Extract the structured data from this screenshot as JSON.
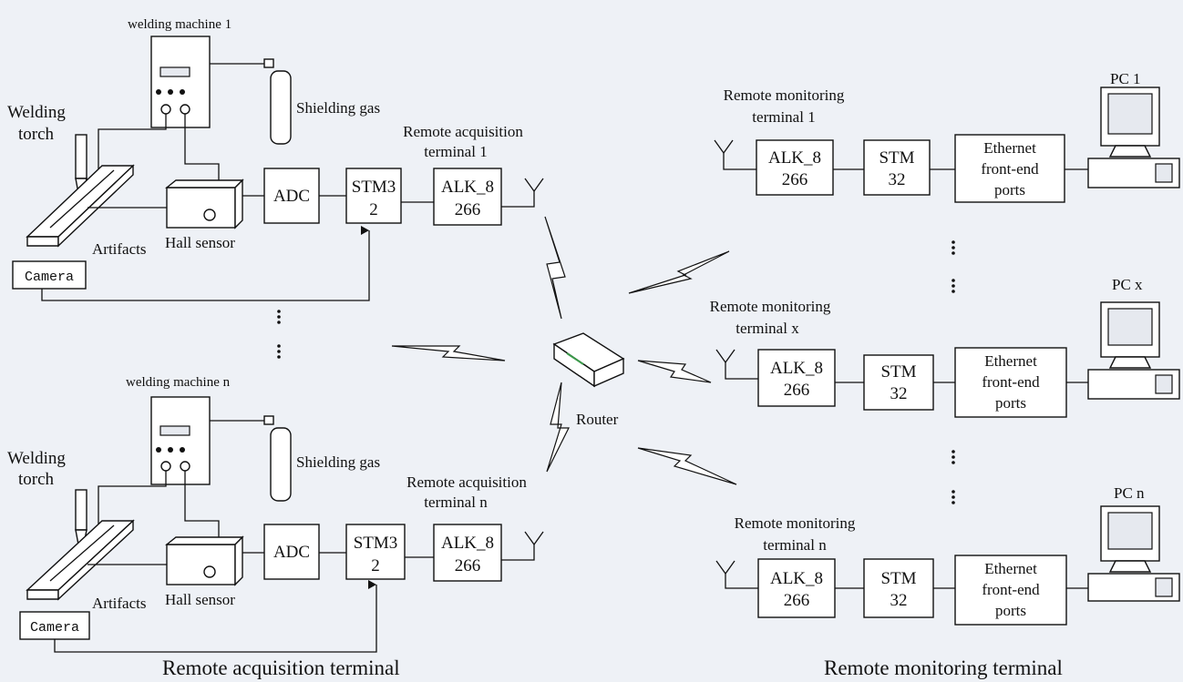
{
  "acquisition": {
    "section_title": "Remote acquisition terminal",
    "units": [
      {
        "welding_machine": "welding machine 1",
        "shielding_gas": "Shielding gas",
        "torch_line1": "Welding",
        "torch_line2": "torch",
        "artifacts": "Artifacts",
        "hall_sensor": "Hall sensor",
        "camera": "Camera",
        "adc": "ADC",
        "stm_line1": "STM3",
        "stm_line2": "2",
        "alk_line1": "ALK_8",
        "alk_line2": "266",
        "terminal_line1": "Remote acquisition",
        "terminal_line2": "terminal 1"
      },
      {
        "welding_machine": "welding machine n",
        "shielding_gas": "Shielding gas",
        "torch_line1": "Welding",
        "torch_line2": "torch",
        "artifacts": "Artifacts",
        "hall_sensor": "Hall sensor",
        "camera": "Camera",
        "adc": "ADC",
        "stm_line1": "STM3",
        "stm_line2": "2",
        "alk_line1": "ALK_8",
        "alk_line2": "266",
        "terminal_line1": "Remote acquisition",
        "terminal_line2": "terminal n"
      }
    ]
  },
  "router": {
    "label": "Router"
  },
  "monitoring": {
    "section_title": "Remote monitoring terminal",
    "units": [
      {
        "title_line1": "Remote monitoring",
        "title_line2": "terminal 1",
        "alk_line1": "ALK_8",
        "alk_line2": "266",
        "stm_line1": "STM",
        "stm_line2": "32",
        "eth_line1": "Ethernet",
        "eth_line2": "front-end",
        "eth_line3": "ports",
        "pc": "PC 1"
      },
      {
        "title_line1": "Remote monitoring",
        "title_line2": "terminal x",
        "alk_line1": "ALK_8",
        "alk_line2": "266",
        "stm_line1": "STM",
        "stm_line2": "32",
        "eth_line1": "Ethernet",
        "eth_line2": "front-end",
        "eth_line3": "ports",
        "pc": "PC x"
      },
      {
        "title_line1": "Remote monitoring",
        "title_line2": "terminal n",
        "alk_line1": "ALK_8",
        "alk_line2": "266",
        "stm_line1": "STM",
        "stm_line2": "32",
        "eth_line1": "Ethernet",
        "eth_line2": "front-end",
        "eth_line3": "ports",
        "pc": "PC n"
      }
    ]
  },
  "icons": [
    "welding-machine-icon",
    "gas-cylinder-icon",
    "welding-torch-icon",
    "workpiece-icon",
    "hall-sensor-icon",
    "antenna-icon",
    "router-icon",
    "wireless-link-icon",
    "pc-icon"
  ]
}
